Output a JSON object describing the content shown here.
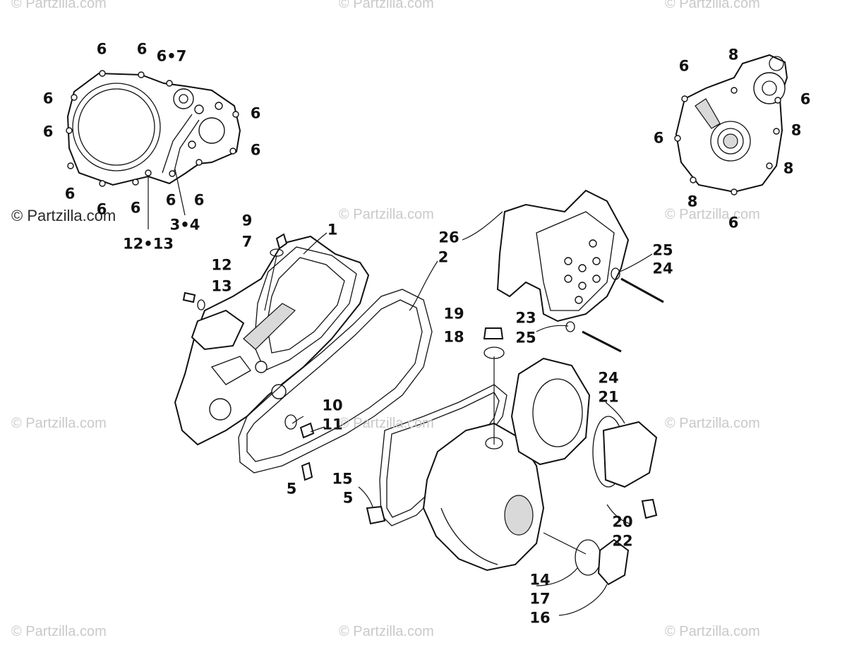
{
  "watermarks": {
    "main": "© Partzilla.com",
    "top_left": "© Partzilla.com",
    "top_center": "© Partzilla.com",
    "top_right": "© Partzilla.com",
    "mid_center": "© Partzilla.com",
    "mid_right": "© Partzilla.com",
    "left_mid": "© Partzilla.com",
    "center_mid": "© Partzilla.com",
    "right_mid": "© Partzilla.com",
    "bottom_left": "© Partzilla.com",
    "bottom_center": "© Partzilla.com",
    "bottom_right": "© Partzilla.com"
  },
  "callouts": {
    "c1": "1",
    "c2": "2",
    "c3_4": "3•4",
    "c5a": "5",
    "c5b": "5",
    "c6_tl1": "6",
    "c6_tl2": "6",
    "c6_7": "6•7",
    "c6_l1": "6",
    "c6_l2": "6",
    "c6_r1": "6",
    "c6_r2": "6",
    "c6_b1": "6",
    "c6_b2": "6",
    "c6_b3": "6",
    "c6_b4": "6",
    "c6_b5": "6",
    "c7": "7",
    "c9": "9",
    "c10": "10",
    "c11": "11",
    "c12": "12",
    "c13": "13",
    "c12_13": "12•13",
    "c14": "14",
    "c15": "15",
    "c16": "16",
    "c17": "17",
    "c18": "18",
    "c19": "19",
    "c20": "20",
    "c21": "21",
    "c22": "22",
    "c23": "23",
    "c24a": "24",
    "c24b": "24",
    "c25a": "25",
    "c25b": "25",
    "c26": "26",
    "r6a": "6",
    "r8a": "8",
    "r6b": "6",
    "r6c": "6",
    "r8b": "8",
    "r8c": "8",
    "r8d": "8",
    "r6d": "6"
  }
}
